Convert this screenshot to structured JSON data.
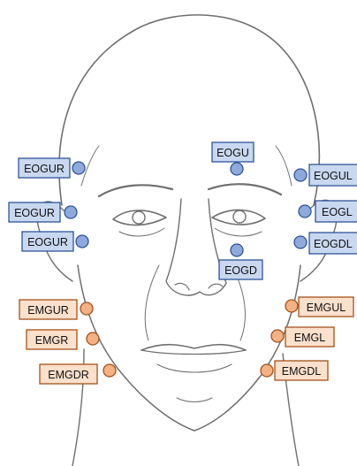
{
  "colors": {
    "eog_fill": "#c9d8f0",
    "eog_stroke": "#2f5597",
    "eog_dot": "#8fa9dc",
    "emg_fill": "#fbe0cc",
    "emg_stroke": "#a5511a",
    "emg_dot": "#f4b183",
    "sketch": "#6f6f6f"
  },
  "electrodes": {
    "eog": [
      {
        "id": "eogu",
        "label": "EOGU"
      },
      {
        "id": "eogd",
        "label": "EOGD"
      },
      {
        "id": "eogur1",
        "label": "EOGUR"
      },
      {
        "id": "eogur2",
        "label": "EOGUR"
      },
      {
        "id": "eogur3",
        "label": "EOGUR"
      },
      {
        "id": "eogul",
        "label": "EOGUL"
      },
      {
        "id": "eogl",
        "label": "EOGL"
      },
      {
        "id": "eogdl",
        "label": "EOGDL"
      }
    ],
    "emg": [
      {
        "id": "emgur",
        "label": "EMGUR"
      },
      {
        "id": "emgr",
        "label": "EMGR"
      },
      {
        "id": "emgdr",
        "label": "EMGDR"
      },
      {
        "id": "emgul",
        "label": "EMGUL"
      },
      {
        "id": "emgl",
        "label": "EMGL"
      },
      {
        "id": "emgdl",
        "label": "EMGDL"
      }
    ]
  }
}
